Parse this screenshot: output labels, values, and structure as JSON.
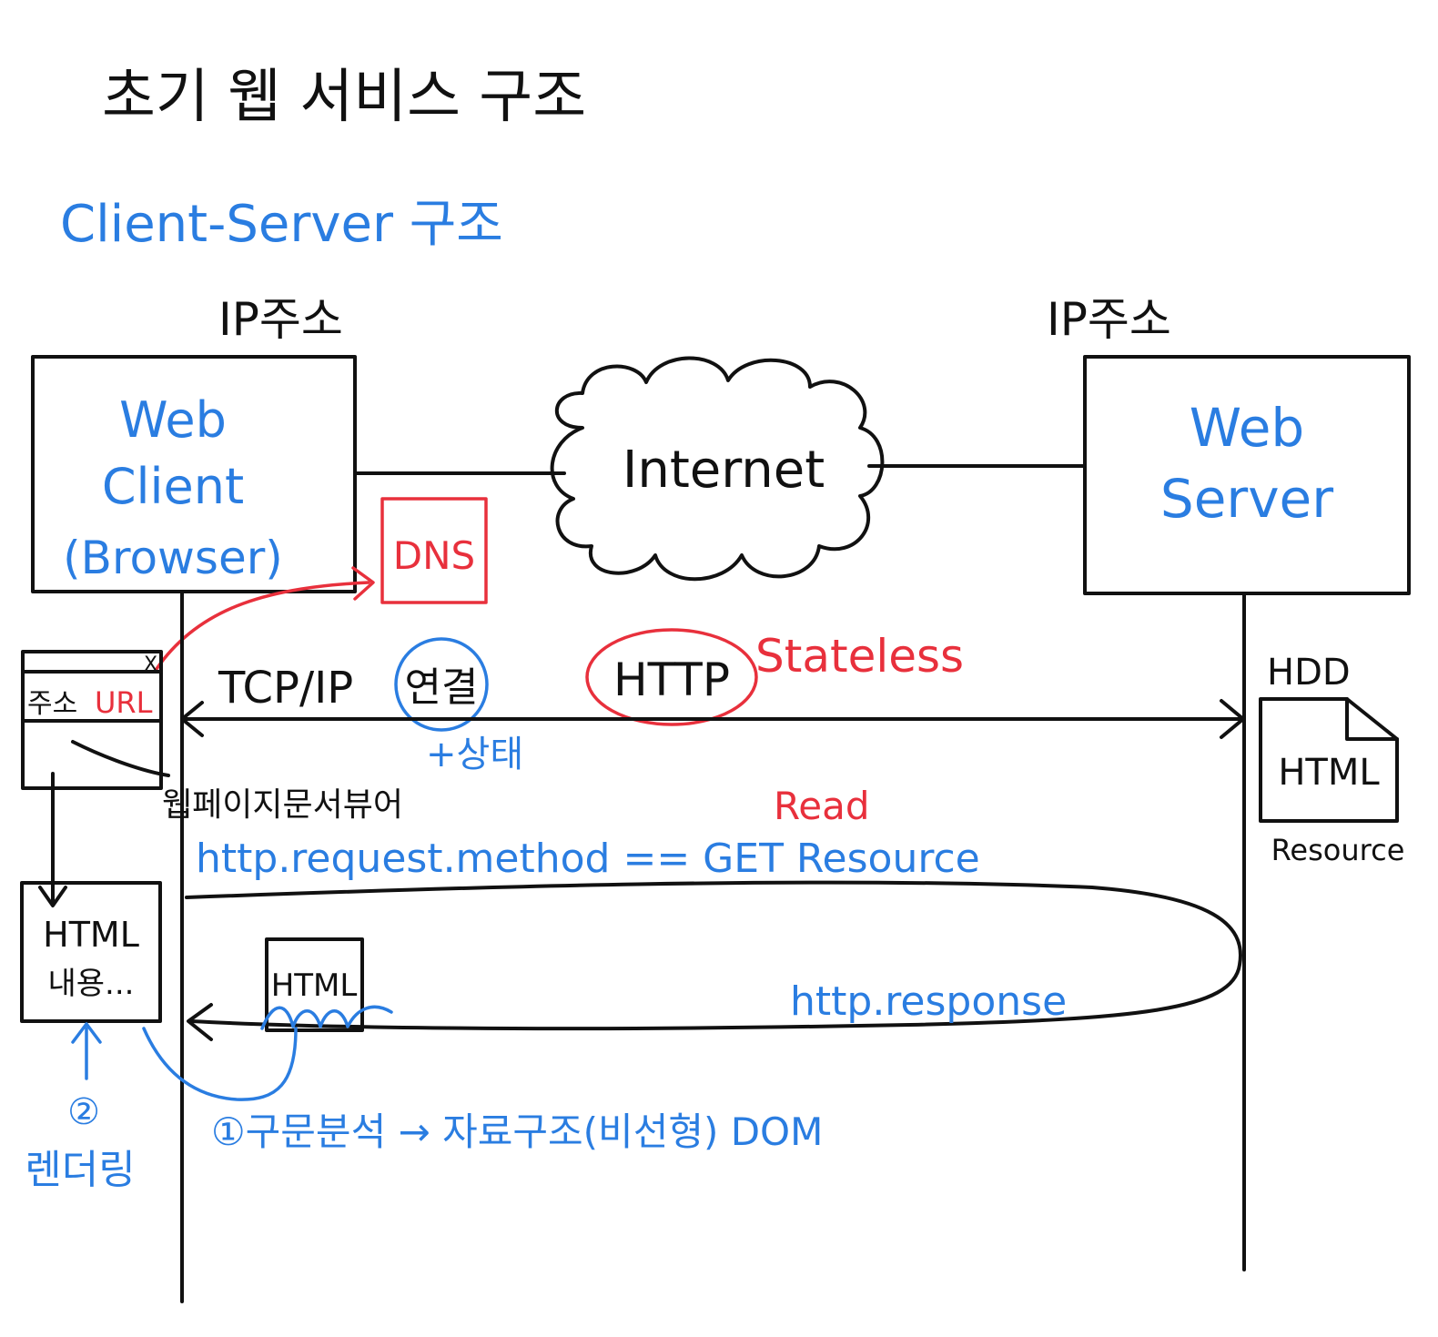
{
  "title": "초기 웹 서비스 구조",
  "subtitle": "Client-Server 구조",
  "client": {
    "ip_label": "IP주소",
    "line1": "Web",
    "line2": "Client",
    "line3": "(Browser)"
  },
  "server": {
    "ip_label": "IP주소",
    "line1": "Web",
    "line2": "Server"
  },
  "internet_label": "Internet",
  "dns_label": "DNS",
  "browser_window": {
    "address_label": "주소",
    "url_label": "URL",
    "close_glyph": "X"
  },
  "tcp_label": "TCP/IP",
  "connection_label": "연결",
  "state_label": "+상태",
  "http_label": "HTTP",
  "stateless_label": "Stateless",
  "hdd_label": "HDD",
  "resource_file_label": "HTML",
  "resource_label": "Resource",
  "webpage_note": "웹페이지문서뷰어",
  "read_label": "Read",
  "request_label": "http.request.method == GET Resource",
  "response_label": "http.response",
  "response_doc_label": "HTML",
  "html_box": {
    "line1": "HTML",
    "line2": "내용..."
  },
  "render_number": "②",
  "render_label": "렌더링",
  "parse_label": "①구문분석 → 자료구조(비선형) DOM",
  "colors": {
    "ink": "#111111",
    "blue": "#2a7de1",
    "red": "#e8303c"
  }
}
